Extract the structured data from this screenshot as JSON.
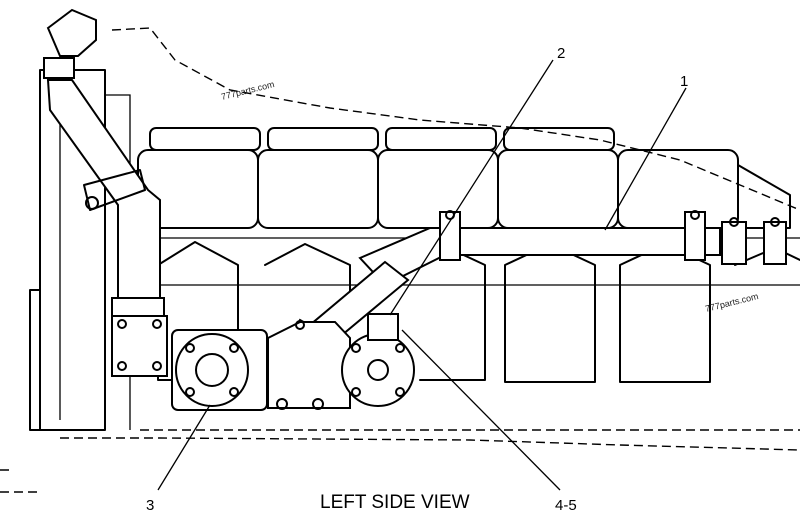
{
  "view_title": "LEFT SIDE VIEW",
  "callouts": [
    {
      "id": "1",
      "label": "1"
    },
    {
      "id": "2",
      "label": "2"
    },
    {
      "id": "3",
      "label": "3"
    },
    {
      "id": "4-5",
      "label": "4-5"
    }
  ],
  "watermarks": [
    "777parts.com",
    "777parts.com"
  ],
  "colors": {
    "line": "#000000",
    "background": "#ffffff"
  }
}
